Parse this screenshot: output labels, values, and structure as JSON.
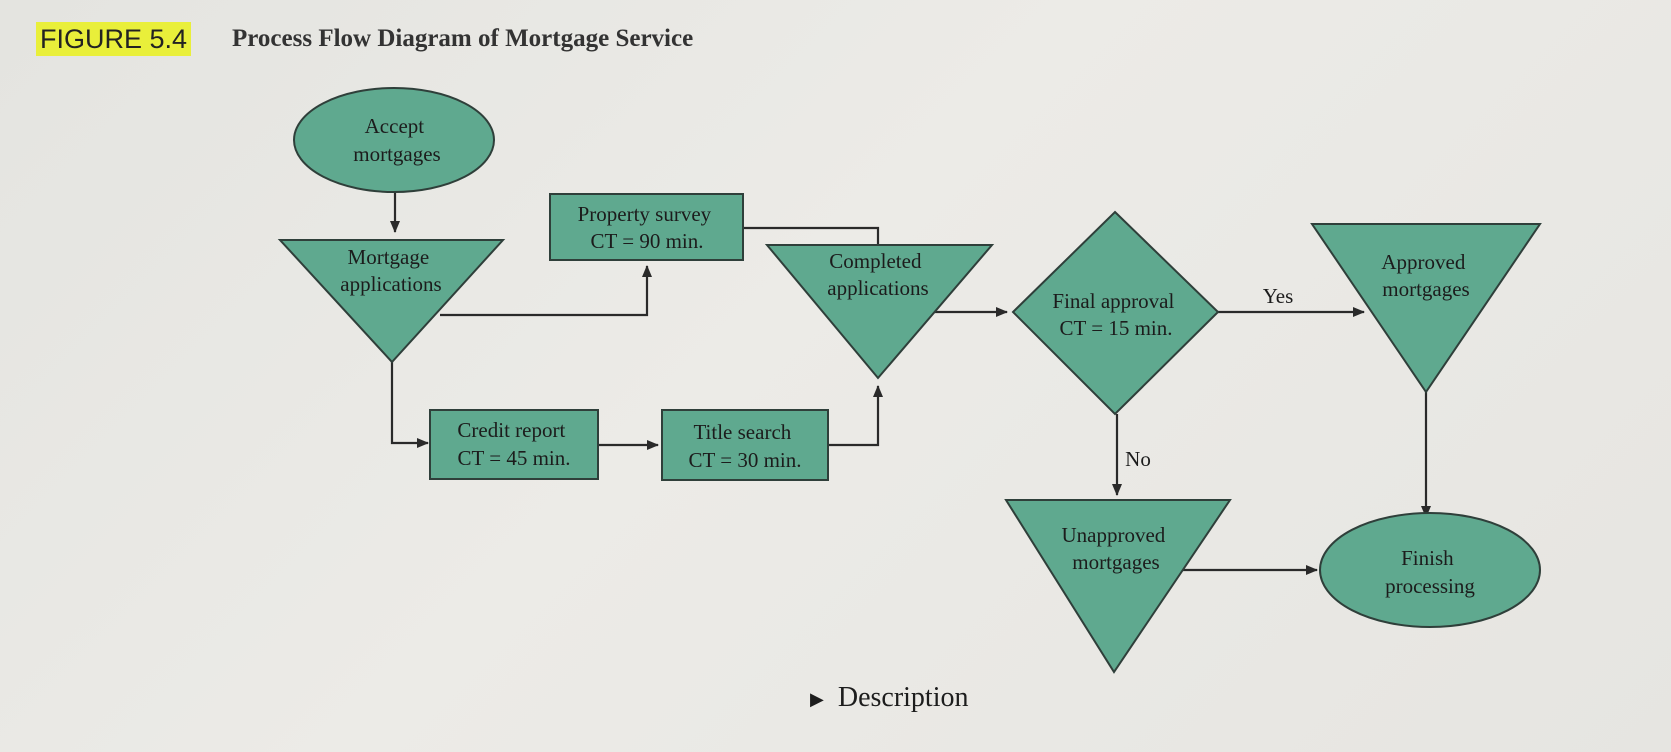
{
  "figure": {
    "label": "FIGURE 5.4",
    "title": "Process Flow Diagram of Mortgage Service"
  },
  "nodes": {
    "accept": {
      "line1": "Accept",
      "line2": "mortgages"
    },
    "mortgage_apps": {
      "line1": "Mortgage",
      "line2": "applications"
    },
    "property_survey": {
      "line1": "Property survey",
      "line2": "CT = 90 min."
    },
    "credit_report": {
      "line1": "Credit report",
      "line2": "CT = 45 min."
    },
    "title_search": {
      "line1": "Title search",
      "line2": "CT = 30 min."
    },
    "completed_apps": {
      "line1": "Completed",
      "line2": "applications"
    },
    "final_approval": {
      "line1": "Final approval",
      "line2": "CT = 15 min."
    },
    "approved": {
      "line1": "Approved",
      "line2": "mortgages"
    },
    "unapproved": {
      "line1": "Unapproved",
      "line2": "mortgages"
    },
    "finish": {
      "line1": "Finish",
      "line2": "processing"
    }
  },
  "edge_labels": {
    "yes": "Yes",
    "no": "No"
  },
  "description_link": "Description",
  "colors": {
    "shape_fill": "#5fa98f",
    "shape_stroke": "#2f3f3a",
    "highlight": "#e9ef3a"
  }
}
